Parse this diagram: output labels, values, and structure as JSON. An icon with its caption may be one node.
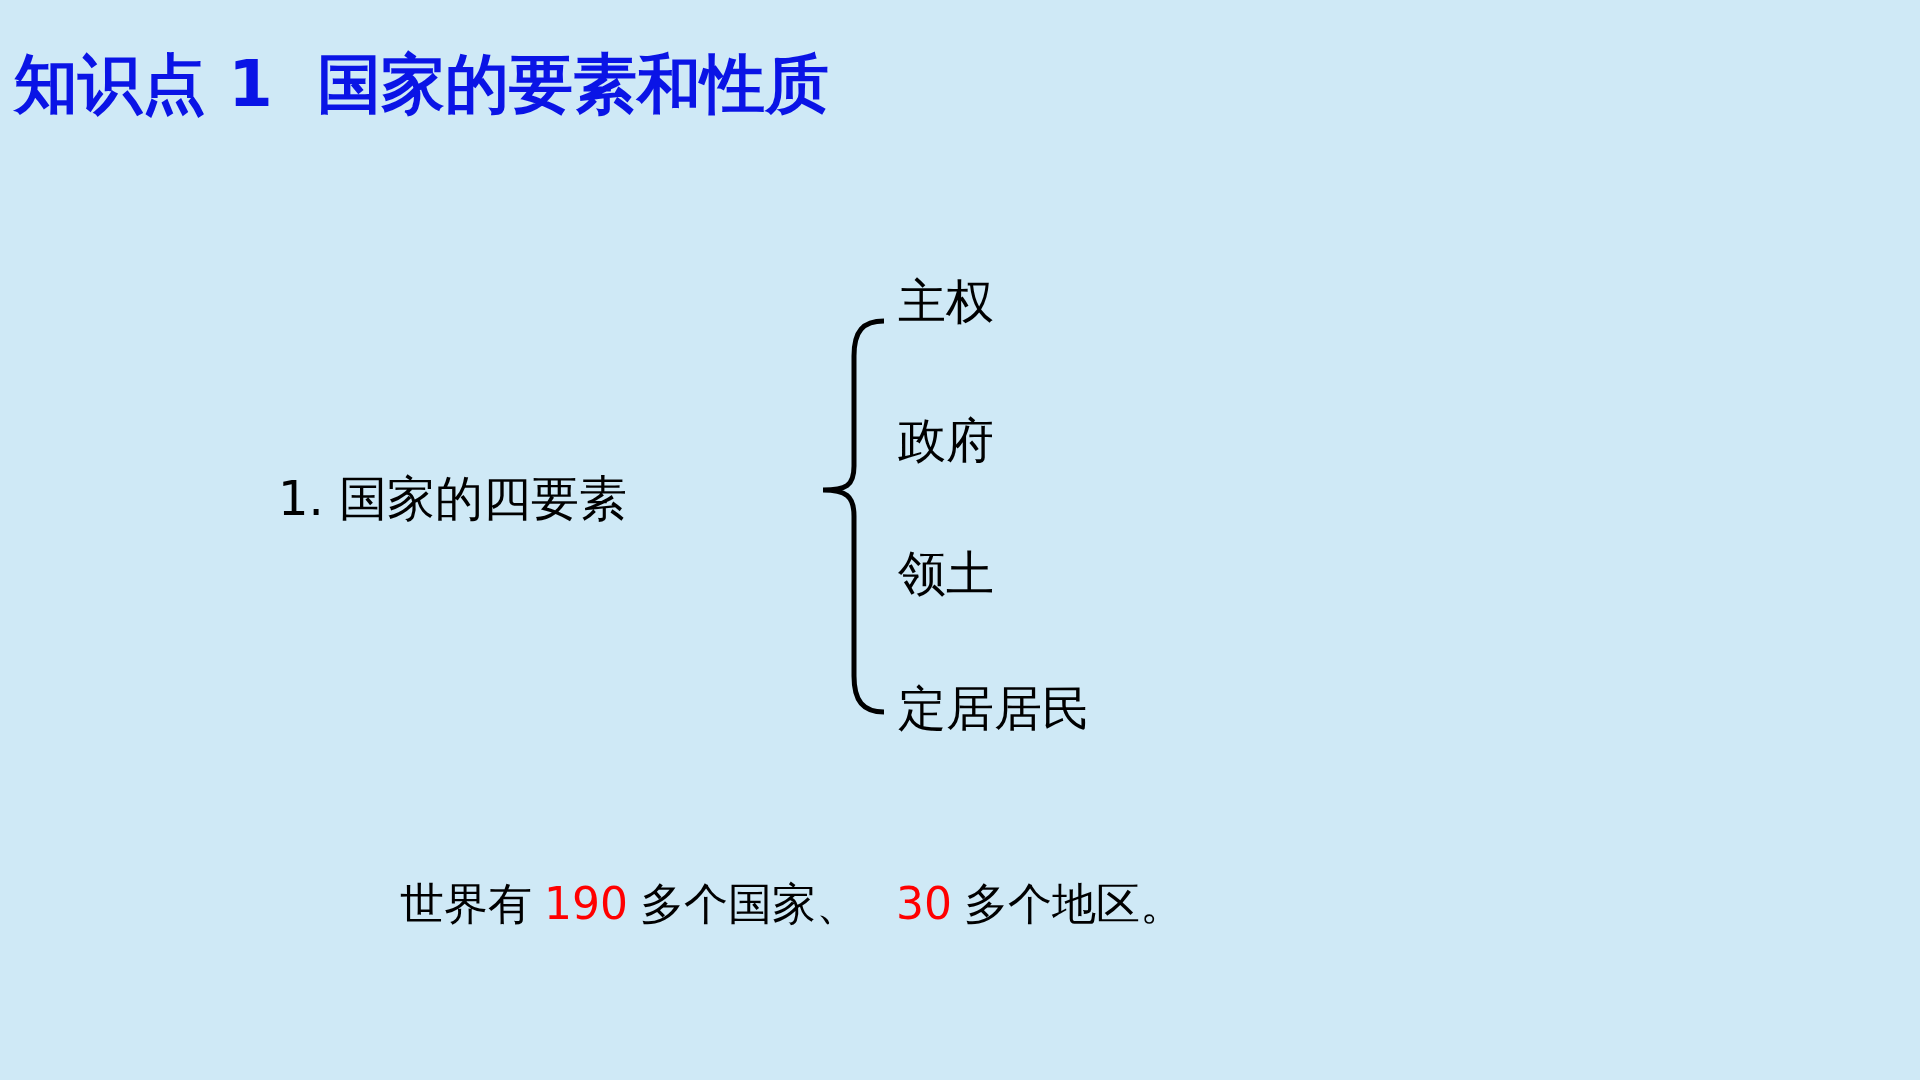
{
  "diagram": {
    "title": "知识点 1  国家的要素和性质",
    "labels": [
      "1. 国家的四要素",
      "主权",
      "政府",
      "领土",
      "定居居民",
      "世界有",
      "190",
      "多个国家、",
      "30",
      "多个地区。"
    ]
  }
}
